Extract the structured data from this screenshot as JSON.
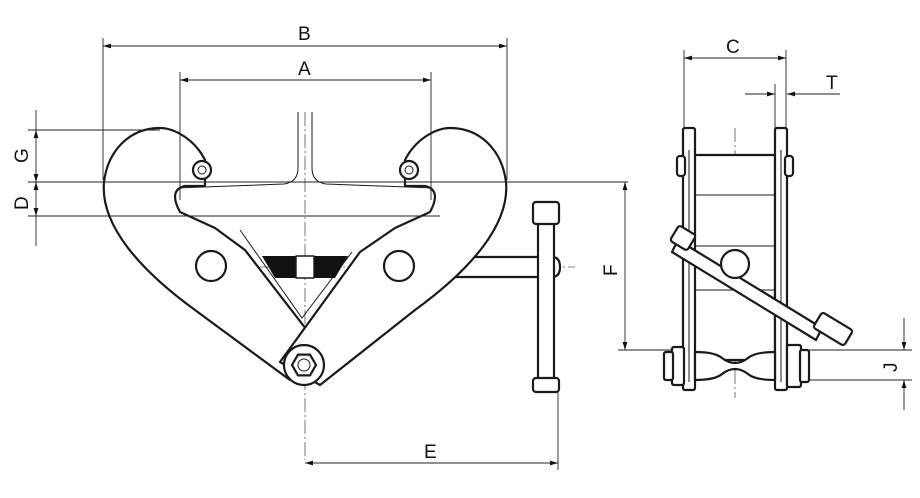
{
  "dimension_labels": {
    "a": "A",
    "b": "B",
    "c": "C",
    "d": "D",
    "e": "E",
    "f": "F",
    "g": "G",
    "j": "J",
    "t": "T"
  },
  "colors": {
    "line": "#1a1a1a",
    "background": "#ffffff"
  }
}
